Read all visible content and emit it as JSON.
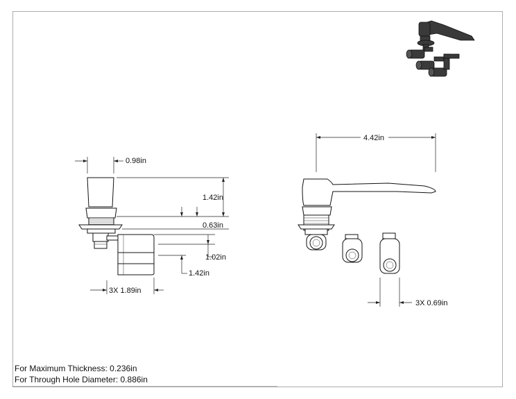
{
  "dimensions": {
    "lever_width": "0.98in",
    "handle_height": "1.42in",
    "body_height": "0.63in",
    "cam_offset": "1.02in",
    "cam_length": "1.42in",
    "cam_width_left": "3X 1.89in",
    "handle_length": "4.42in",
    "cam_width_right": "3X 0.69in"
  },
  "notes": {
    "max_thickness": "For Maximum Thickness: 0.236in",
    "through_hole": "For Through Hole Diameter: 0.886in"
  },
  "colors": {
    "line": "#222222",
    "part_fill": "#ffffff",
    "shade": "#3a3a3a"
  }
}
